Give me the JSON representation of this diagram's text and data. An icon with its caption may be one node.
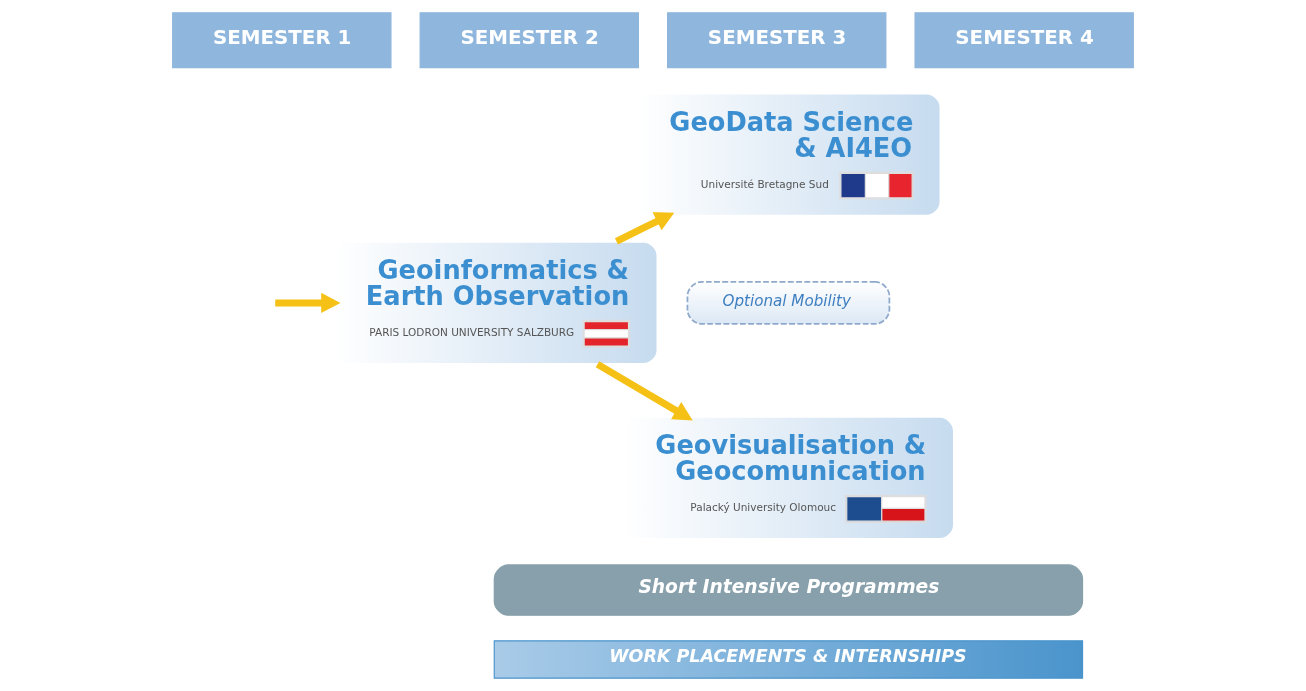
{
  "diagram": {
    "nodes": [
      {
        "text": [
          "SEMESTER 1"
        ]
      },
      {
        "text": [
          "SEMESTER 2"
        ]
      },
      {
        "text": [
          "SEMESTER 3"
        ]
      },
      {
        "text": [
          "SEMESTER 4"
        ]
      },
      {
        "text": [
          "GeoData Science & AI4EO",
          "Université Bretagne Sud"
        ]
      },
      {
        "text": [
          "Geoinformatics & Earth Observation",
          "PARIS LODRON UNIVERSITY SALZBURG"
        ]
      },
      {
        "text": [
          "Optional Mobility"
        ]
      },
      {
        "text": [
          "Geovisualisation & Geocomunication",
          "Palacký University Olomouc"
        ]
      },
      {
        "text": [
          "Short Intensive Programmes"
        ]
      },
      {
        "text": [
          "WORK PLACEMENTS & INTERNSHIPS"
        ]
      }
    ],
    "edges": [
      {
        "from": null,
        "to": 5,
        "arrow": "to"
      },
      {
        "from": 5,
        "to": 4,
        "arrow": "to"
      },
      {
        "from": 5,
        "to": 7,
        "arrow": "to"
      }
    ]
  }
}
